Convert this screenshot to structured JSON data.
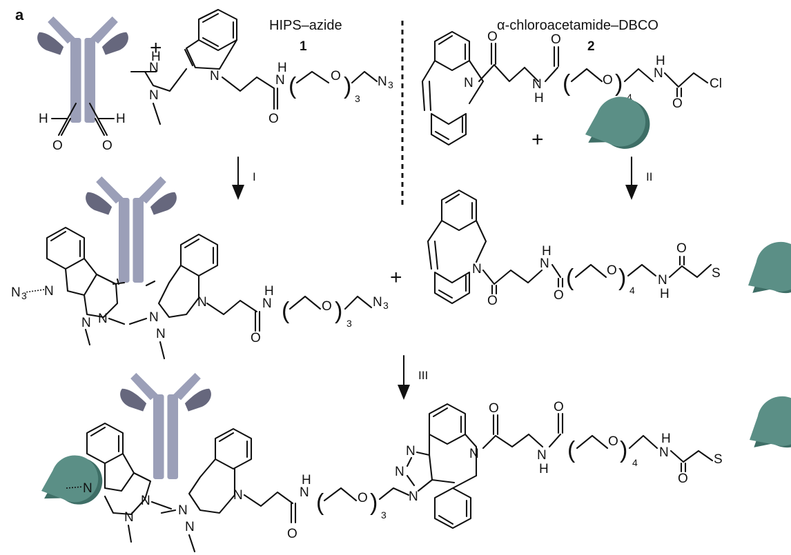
{
  "panel_label": "a",
  "reagents": {
    "hips": {
      "name": "HIPS–azide",
      "number": "1"
    },
    "dbco": {
      "name": "α-chloroacetamide–DBCO",
      "number": "2"
    }
  },
  "steps": {
    "one": "I",
    "two": "II",
    "three": "III"
  },
  "plus_sign": "+",
  "atoms": {
    "N": "N",
    "H": "H",
    "O": "O",
    "S": "S",
    "Cl": "Cl",
    "N3": "N",
    "N3_sub": "3",
    "peg3": "3",
    "peg4": "4"
  },
  "colors": {
    "antibody_light": "#9b9fb8",
    "antibody_dark": "#66677d",
    "payload": "#5b8f86",
    "payload_dark": "#3e6e66",
    "line": "#111111"
  },
  "icons": [
    "antibody-icon",
    "payload-protein-icon",
    "reaction-arrow-icon"
  ]
}
